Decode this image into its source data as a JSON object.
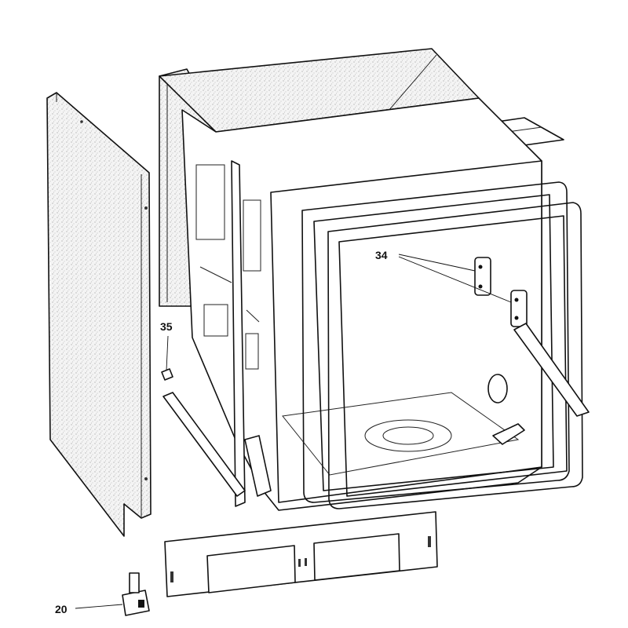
{
  "diagram": {
    "callouts": [
      {
        "id": "34",
        "label": "34"
      },
      {
        "id": "35",
        "label": "35"
      },
      {
        "id": "20",
        "label": "20"
      }
    ],
    "colors": {
      "line": "#111111",
      "fill": "#ffffff",
      "speckle": "#d9d9d9"
    }
  }
}
